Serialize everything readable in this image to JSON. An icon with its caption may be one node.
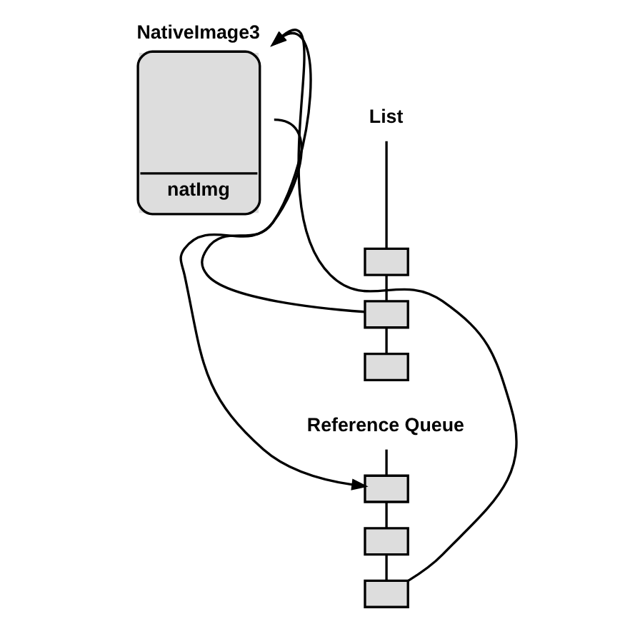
{
  "diagram": {
    "nodes": [
      {
        "text": [
          "NativeImage3",
          "natImg"
        ]
      },
      {
        "text": [
          "List"
        ]
      },
      {
        "text": [],
        "shape": "box"
      },
      {
        "text": [],
        "shape": "box"
      },
      {
        "text": [],
        "shape": "box"
      },
      {
        "text": [
          "Reference Queue"
        ]
      },
      {
        "text": [],
        "shape": "box"
      },
      {
        "text": [],
        "shape": "box"
      },
      {
        "text": [],
        "shape": "box"
      }
    ],
    "edges": [
      {
        "from": 1,
        "to": 2,
        "arrow": "none"
      },
      {
        "from": 2,
        "to": 3,
        "arrow": "none"
      },
      {
        "from": 3,
        "to": 4,
        "arrow": "none"
      },
      {
        "from": 3,
        "to": 0,
        "arrow": "to"
      },
      {
        "from": 0,
        "to": 6,
        "arrow": "to"
      },
      {
        "from": 5,
        "to": 6,
        "arrow": "none"
      },
      {
        "from": 6,
        "to": 7,
        "arrow": "none"
      },
      {
        "from": 7,
        "to": 8,
        "arrow": "none"
      },
      {
        "from": 8,
        "to": 0,
        "arrow": "to"
      }
    ]
  }
}
